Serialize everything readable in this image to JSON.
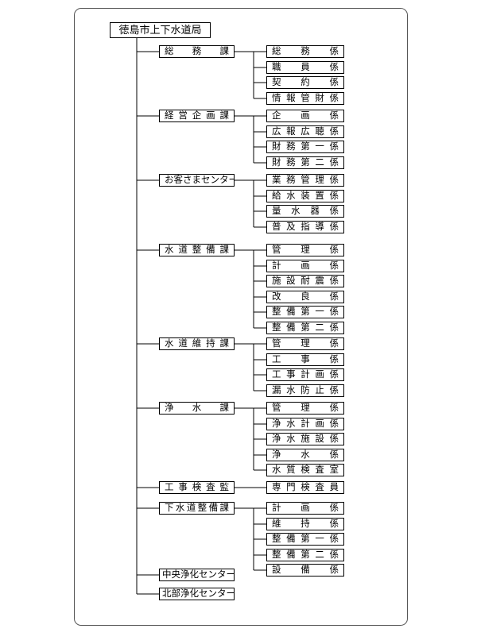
{
  "root": "徳島市上下水道局",
  "departments": [
    {
      "name": "総務課",
      "sections": [
        "総務係",
        "職員係",
        "契約係",
        "情報管財係"
      ]
    },
    {
      "name": "経営企画課",
      "sections": [
        "企画係",
        "広報広聴係",
        "財務第一係",
        "財務第二係"
      ]
    },
    {
      "name": "お客さまセンター",
      "sections": [
        "業務管理係",
        "給水装置係",
        "量水器係",
        "普及指導係"
      ]
    },
    {
      "name": "水道整備課",
      "sections": [
        "管理係",
        "計画係",
        "施設耐震係",
        "改良係",
        "整備第一係",
        "整備第二係"
      ]
    },
    {
      "name": "水道維持課",
      "sections": [
        "管理係",
        "工事係",
        "工事計画係",
        "漏水防止係"
      ]
    },
    {
      "name": "浄水課",
      "sections": [
        "管理係",
        "浄水計画係",
        "浄水施設係",
        "浄水係",
        "水質検査室"
      ]
    },
    {
      "name": "工事検査監",
      "sections": [
        "専門検査員"
      ]
    },
    {
      "name": "下水道整備課",
      "sections": [
        "計画係",
        "維持係",
        "整備第一係",
        "整備第二係",
        "設備係"
      ]
    },
    {
      "name": "中央浄化センター",
      "sections": []
    },
    {
      "name": "北部浄化センター",
      "sections": []
    }
  ]
}
